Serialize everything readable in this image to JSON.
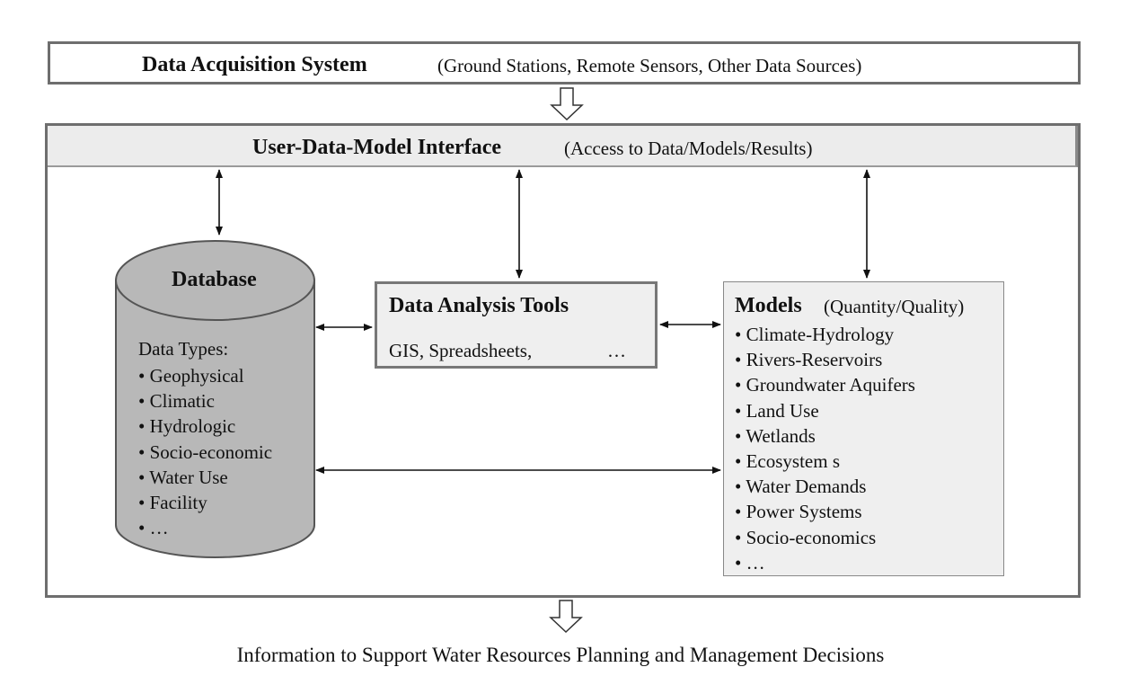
{
  "acquisition": {
    "title": "Data Acquisition System",
    "subtitle": "(Ground Stations, Remote Sensors, Other Data Sources)"
  },
  "interface": {
    "title": "User-Data-Model Interface",
    "subtitle": "(Access to Data/Models/Results)"
  },
  "database": {
    "title": "Database",
    "types_label": "Data Types:",
    "types": [
      "• Geophysical",
      "• Climatic",
      "• Hydrologic",
      "• Socio-economic",
      "• Water Use",
      "• Facility",
      "• …"
    ]
  },
  "tools": {
    "title": "Data Analysis Tools",
    "items": "GIS, Spreadsheets,",
    "ellipsis": "…"
  },
  "models": {
    "title": "Models",
    "subtitle": "(Quantity/Quality)",
    "items": [
      "• Climate-Hydrology",
      "• Rivers-Reservoirs",
      "• Groundwater Aquifers",
      "• Land Use",
      "• Wetlands",
      "• Ecosystem s",
      "• Water Demands",
      "• Power Systems",
      "• Socio-economics",
      "• …"
    ]
  },
  "output": {
    "text": "Information to Support Water Resources Planning and Management Decisions"
  },
  "colors": {
    "border": "#6e6e6e",
    "panel_fill": "#efefef",
    "cylinder_fill": "#b8b8b8"
  }
}
